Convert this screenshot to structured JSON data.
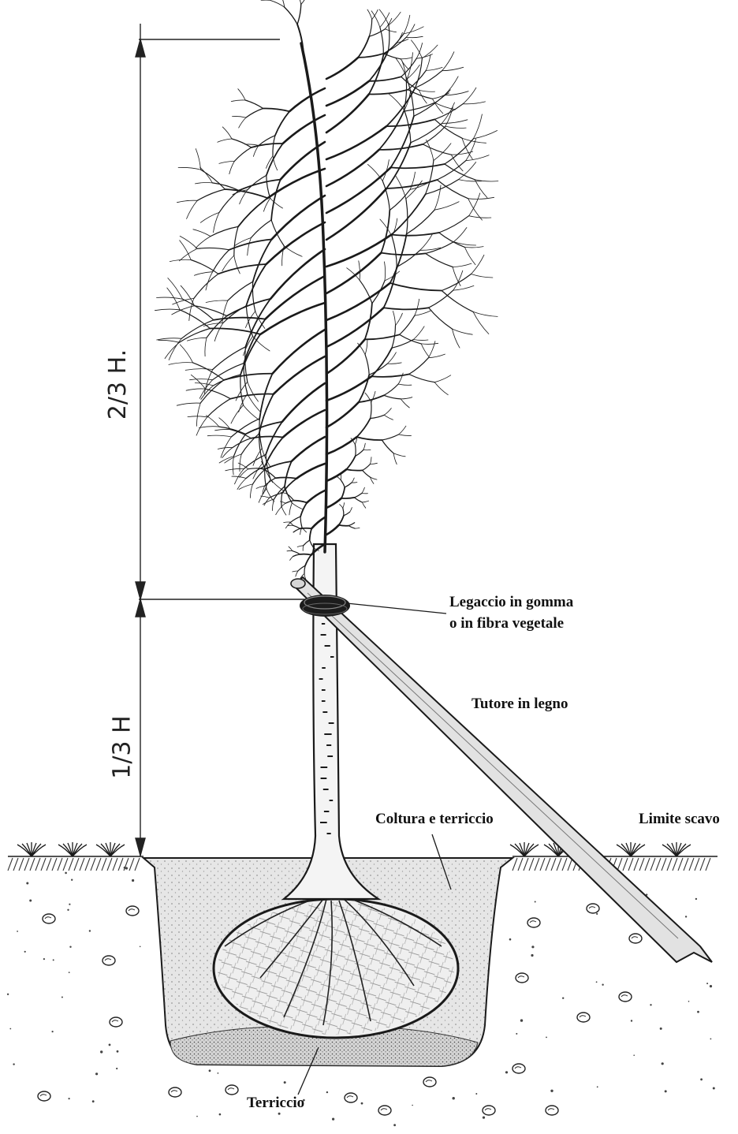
{
  "labels": {
    "legaccio_line1": "Legaccio in gomma",
    "legaccio_line2": "o in fibra vegetale",
    "tutore": "Tutore in legno",
    "coltura": "Coltura e terriccio",
    "limite": "Limite scavo",
    "terriccio": "Terriccio"
  },
  "dimensions": {
    "upper": "2/3 H.",
    "lower": "1/3 H"
  },
  "colors": {
    "ink": "#1a1a1a",
    "soil_fill": "#e6e6e6",
    "rootball_fill": "#efefef",
    "stake_fill": "#e2e2e2",
    "paper": "#ffffff"
  }
}
